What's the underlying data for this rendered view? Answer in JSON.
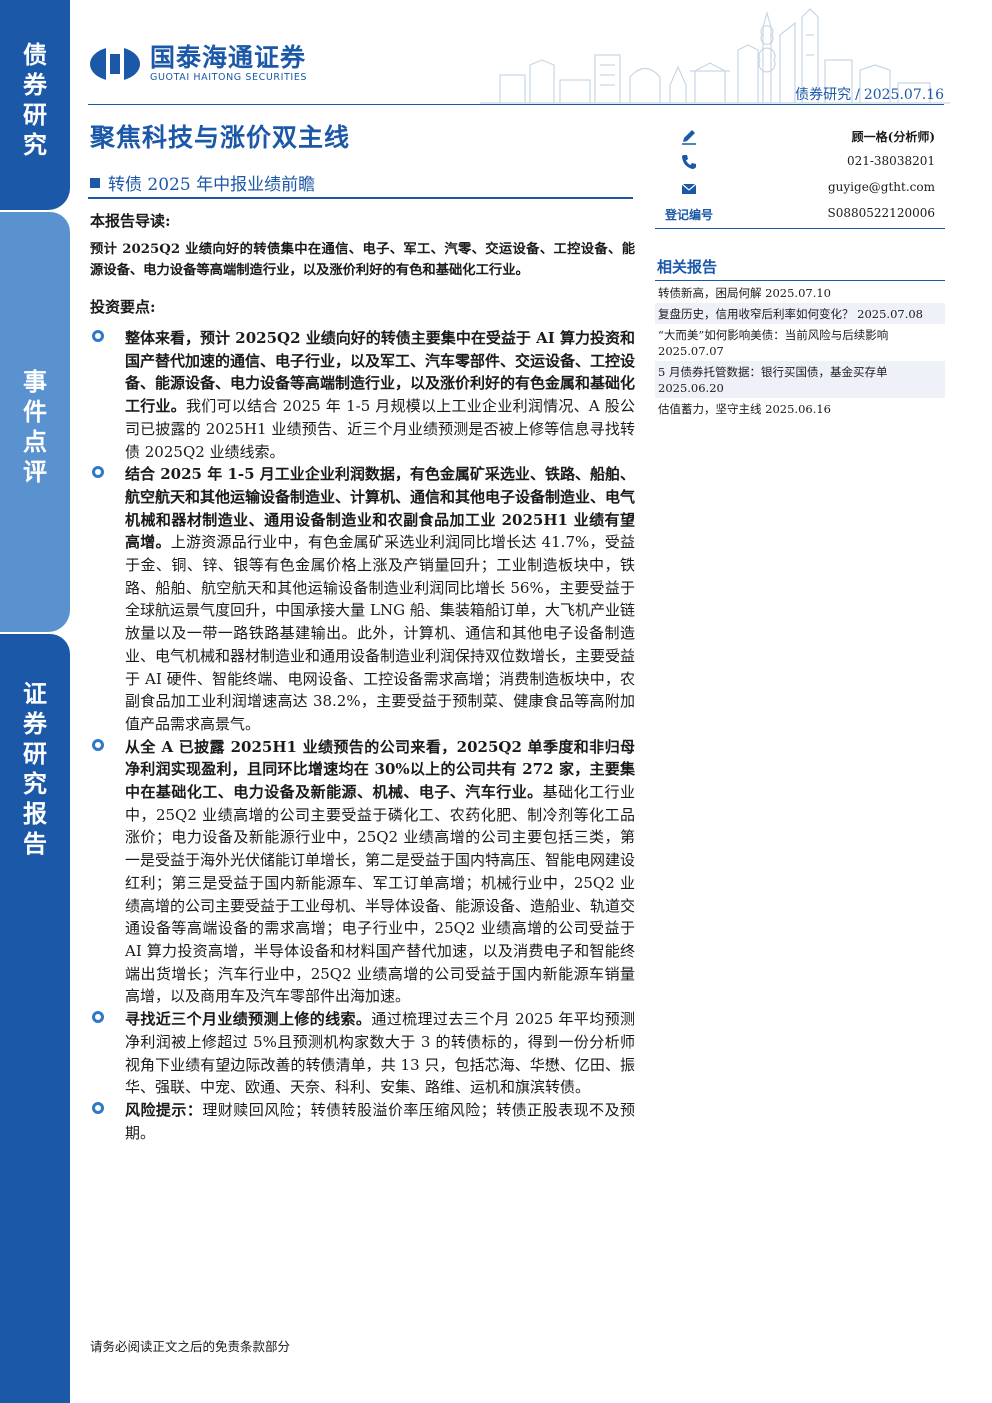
{
  "sidebar": {
    "top": [
      "债",
      "券",
      "研",
      "究"
    ],
    "middle": [
      "事",
      "件",
      "点",
      "评"
    ],
    "bottom": [
      "证",
      "券",
      "研",
      "究",
      "报",
      "告"
    ]
  },
  "header": {
    "brand_cn": "国泰海通证券",
    "brand_en": "GUOTAI HAITONG SECURITIES",
    "category": "债券研究",
    "separator": "/",
    "date": "2025.07.16",
    "accent_color": "#1b58a7"
  },
  "title": "聚焦科技与涨价双主线",
  "subtitle": "转债 2025 年中报业绩前瞻",
  "analyst": {
    "name": "顾一格(分析师)",
    "phone": "021-38038201",
    "email": "guyige@gtht.com",
    "reg_label": "登记编号",
    "reg_no": "S0880522120006",
    "icons": [
      "pen-icon",
      "phone-icon",
      "mail-icon"
    ]
  },
  "related": {
    "title": "相关报告",
    "items": [
      "转债新高，困局何解 2025.07.10",
      "复盘历史，信用收窄后利率如何变化？ 2025.07.08",
      "“大而美”如何影响美债：当前风险与后续影响 2025.07.07",
      "5 月债券托管数据：银行买国债，基金买存单 2025.06.20",
      "估值蓄力，坚守主线 2025.06.16"
    ]
  },
  "intro": {
    "heading": "本报告导读:",
    "text": "预计 2025Q2 业绩向好的转债集中在通信、电子、军工、汽零、交运设备、工控设备、能源设备、电力设备等高端制造行业，以及涨价利好的有色和基础化工行业。"
  },
  "points": {
    "heading": "投资要点:",
    "items": [
      {
        "bold": "整体来看，预计 2025Q2 业绩向好的转债主要集中在受益于 AI 算力投资和国产替代加速的通信、电子行业，以及军工、汽车零部件、交运设备、工控设备、能源设备、电力设备等高端制造行业，以及涨价利好的有色金属和基础化工行业。",
        "text": "我们可以结合 2025 年 1-5 月规模以上工业企业利润情况、A 股公司已披露的 2025H1 业绩预告、近三个月业绩预测是否被上修等信息寻找转债 2025Q2 业绩线索。"
      },
      {
        "bold": "结合 2025 年 1-5 月工业企业利润数据，有色金属矿采选业、铁路、船舶、航空航天和其他运输设备制造业、计算机、通信和其他电子设备制造业、电气机械和器材制造业、通用设备制造业和农副食品加工业 2025H1 业绩有望高增。",
        "text": "上游资源品行业中，有色金属矿采选业利润同比增长达 41.7%，受益于金、铜、锌、银等有色金属价格上涨及产销量回升；工业制造板块中，铁路、船舶、航空航天和其他运输设备制造业利润同比增长 56%，主要受益于全球航运景气度回升，中国承接大量 LNG 船、集装箱船订单，大飞机产业链放量以及一带一路铁路基建输出。此外，计算机、通信和其他电子设备制造业、电气机械和器材制造业和通用设备制造业利润保持双位数增长，主要受益于 AI 硬件、智能终端、电网设备、工控设备需求高增；消费制造板块中，农副食品加工业利润增速高达 38.2%，主要受益于预制菜、健康食品等高附加值产品需求高景气。"
      },
      {
        "bold": "从全 A 已披露 2025H1 业绩预告的公司来看，2025Q2 单季度和非归母净利润实现盈利，且同环比增速均在 30%以上的公司共有 272 家，主要集中在基础化工、电力设备及新能源、机械、电子、汽车行业。",
        "text": "基础化工行业中，25Q2 业绩高增的公司主要受益于磷化工、农药化肥、制冷剂等化工品涨价；电力设备及新能源行业中，25Q2 业绩高增的公司主要包括三类，第一是受益于海外光伏储能订单增长，第二是受益于国内特高压、智能电网建设红利；第三是受益于国内新能源车、军工订单高增；机械行业中，25Q2 业绩高增的公司主要受益于工业母机、半导体设备、能源设备、造船业、轨道交通设备等高端设备的需求高增；电子行业中，25Q2 业绩高增的公司受益于 AI 算力投资高增，半导体设备和材料国产替代加速，以及消费电子和智能终端出货增长；汽车行业中，25Q2 业绩高增的公司受益于国内新能源车销量高增，以及商用车及汽车零部件出海加速。"
      },
      {
        "bold": "寻找近三个月业绩预测上修的线索。",
        "text": "通过梳理过去三个月 2025 年平均预测净利润被上修超过 5%且预测机构家数大于 3 的转债标的，得到一份分析师视角下业绩有望边际改善的转债清单，共 13 只，包括芯海、华懋、亿田、振华、强联、中宠、欧通、天奈、科利、安集、路维、运机和旗滨转债。"
      },
      {
        "bold": "风险提示：",
        "text": "理财赎回风险；转债转股溢价率压缩风险；转债正股表现不及预期。"
      }
    ]
  },
  "footer": "请务必阅读正文之后的免责条款部分"
}
